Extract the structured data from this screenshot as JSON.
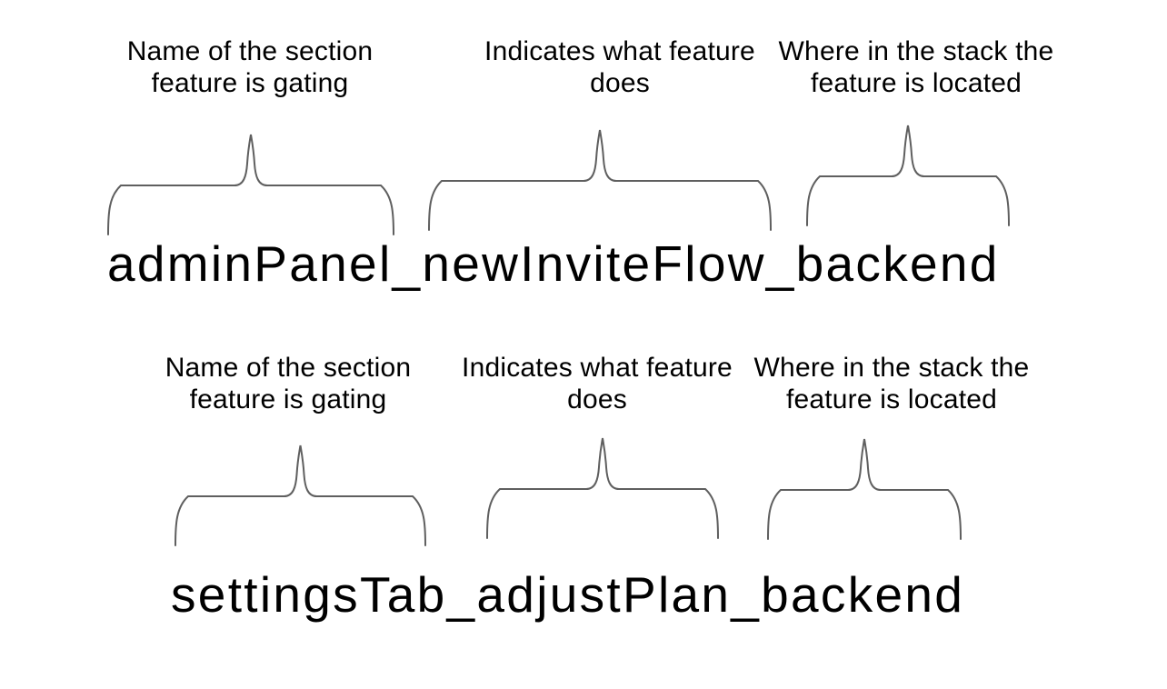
{
  "colors": {
    "background": "#ffffff",
    "text": "#000000",
    "brace": "#5f5f5f"
  },
  "examples": [
    {
      "flag": "adminPanel_newInviteFlow_backend",
      "parts": [
        {
          "segment": "adminPanel",
          "label": "Name of the section\nfeature is gating"
        },
        {
          "segment": "newInviteFlow",
          "label": "Indicates what feature\ndoes"
        },
        {
          "segment": "backend",
          "label": "Where in the stack the\nfeature is located"
        }
      ]
    },
    {
      "flag": "settingsTab_adjustPlan_backend",
      "parts": [
        {
          "segment": "settingsTab",
          "label": "Name of the section\nfeature is gating"
        },
        {
          "segment": "adjustPlan",
          "label": "Indicates what feature\ndoes"
        },
        {
          "segment": "backend",
          "label": "Where in the stack the\nfeature is located"
        }
      ]
    }
  ]
}
